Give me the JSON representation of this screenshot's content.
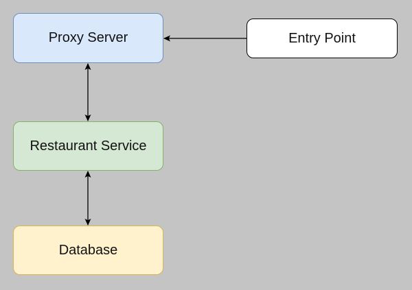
{
  "diagram": {
    "background": "#c4c4c4",
    "nodes": {
      "proxy": {
        "label": "Proxy Server",
        "fill": "#dae8fc",
        "stroke": "#6c8ebf"
      },
      "entry": {
        "label": "Entry Point",
        "fill": "#ffffff",
        "stroke": "#000000"
      },
      "restaurant": {
        "label": "Restaurant Service",
        "fill": "#d5e8d4",
        "stroke": "#82b366"
      },
      "database": {
        "label": "Database",
        "fill": "#fff2cc",
        "stroke": "#d6b656"
      }
    },
    "edges": [
      {
        "from": "entry",
        "to": "proxy",
        "direction": "forward"
      },
      {
        "from": "proxy",
        "to": "restaurant",
        "direction": "both"
      },
      {
        "from": "restaurant",
        "to": "database",
        "direction": "both"
      }
    ],
    "edge_color": "#000000"
  }
}
